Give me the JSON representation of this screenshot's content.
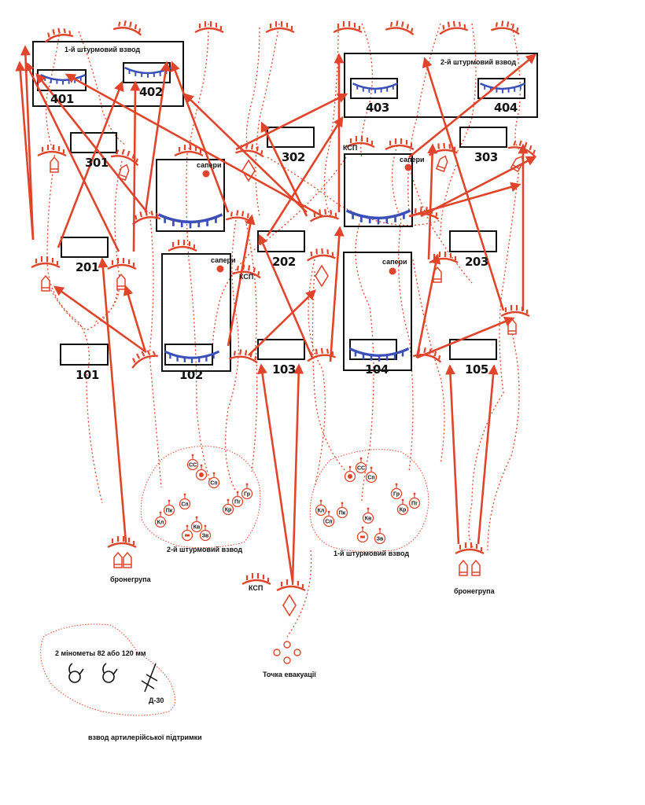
{
  "colors": {
    "red": "#e0452b",
    "blue": "#3a4fb8",
    "black": "#111111"
  },
  "platoon_boxes": [
    {
      "id": "assault-platoon-1",
      "title": "1-й штурмовий взвод",
      "positions": [
        "401",
        "402"
      ]
    },
    {
      "id": "assault-platoon-2",
      "title": "2-й штурмовий взвод",
      "positions": [
        "403",
        "404"
      ]
    }
  ],
  "positions": {
    "p401": "401",
    "p402": "402",
    "p403": "403",
    "p404": "404",
    "p301": "301",
    "p302": "302",
    "p303": "303",
    "p201a": "201",
    "p202": "202",
    "p203": "203",
    "p101": "101",
    "p102": "102",
    "p103": "103",
    "p104": "104",
    "p105": "105"
  },
  "labels": {
    "sappers": "сапери",
    "ksp": "КСП",
    "armor_group": "бронегрупа",
    "evacuation_point": "Точка евакуації",
    "mortars": "2 мінометы 82 або 120 мм",
    "howitzer": "Д-30",
    "artillery_platoon": "взвод артилерійської підтримки",
    "assault_platoon_1": "1-й штурмовий взвод",
    "assault_platoon_2": "2-й штурмовий взвод"
  },
  "unit_markers": {
    "platoon2": [
      "СС",
      "Сп",
      "Сп",
      "Пк",
      "Кл",
      "Кв",
      "Зв",
      "Кр",
      "Пг",
      "Гр"
    ],
    "platoon1": [
      "СС",
      "Сп",
      "Кл",
      "Сп",
      "Пк",
      "Кв",
      "Зв",
      "Гр",
      "Кр",
      "Пг"
    ]
  }
}
